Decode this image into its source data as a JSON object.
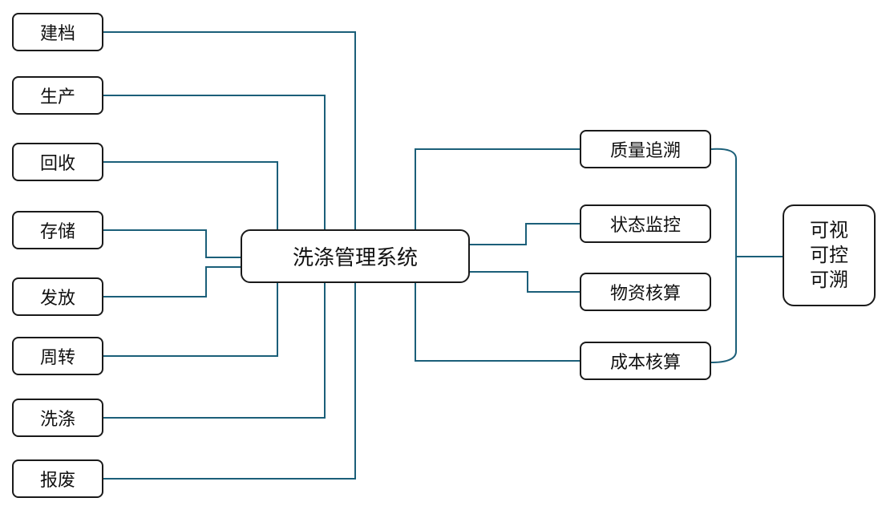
{
  "center": {
    "label": "洗涤管理系统"
  },
  "left_nodes": [
    "建档",
    "生产",
    "回收",
    "存储",
    "发放",
    "周转",
    "洗涤",
    "报废"
  ],
  "right_nodes": [
    "质量追溯",
    "状态监控",
    "物资核算",
    "成本核算"
  ],
  "goal": {
    "lines": [
      "可视",
      "可控",
      "可溯"
    ]
  },
  "colors": {
    "connector": "#1b5f79",
    "box_border": "#1a1a1a"
  }
}
